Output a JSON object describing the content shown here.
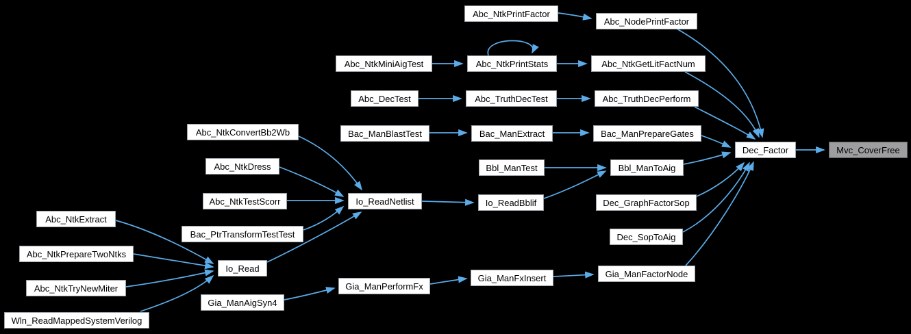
{
  "diagram": {
    "kind": "function-call-graph",
    "current_function": "Mvc_CoverFree"
  },
  "colors": {
    "bg": "#000000",
    "edge": "#5BABE8",
    "node-fill": "#FFFFFF",
    "node-border": "#9AA0A6",
    "current-fill": "#9E9EA1",
    "current-border": "#606060",
    "text": "#000000"
  },
  "nodes": [
    {
      "id": "Abc_NtkPrintFactor",
      "label": "Abc_NtkPrintFactor"
    },
    {
      "id": "Abc_NodePrintFactor",
      "label": "Abc_NodePrintFactor"
    },
    {
      "id": "Abc_NtkMiniAigTest",
      "label": "Abc_NtkMiniAigTest"
    },
    {
      "id": "Abc_NtkPrintStats",
      "label": "Abc_NtkPrintStats"
    },
    {
      "id": "Abc_NtkGetLitFactNum",
      "label": "Abc_NtkGetLitFactNum"
    },
    {
      "id": "Abc_DecTest",
      "label": "Abc_DecTest"
    },
    {
      "id": "Abc_TruthDecTest",
      "label": "Abc_TruthDecTest"
    },
    {
      "id": "Abc_TruthDecPerform",
      "label": "Abc_TruthDecPerform"
    },
    {
      "id": "Bac_ManBlastTest",
      "label": "Bac_ManBlastTest"
    },
    {
      "id": "Bac_ManExtract",
      "label": "Bac_ManExtract"
    },
    {
      "id": "Bac_ManPrepareGates",
      "label": "Bac_ManPrepareGates"
    },
    {
      "id": "Abc_NtkConvertBb2Wb",
      "label": "Abc_NtkConvertBb2Wb"
    },
    {
      "id": "Abc_NtkDress",
      "label": "Abc_NtkDress"
    },
    {
      "id": "Bbl_ManTest",
      "label": "Bbl_ManTest"
    },
    {
      "id": "Bbl_ManToAig",
      "label": "Bbl_ManToAig"
    },
    {
      "id": "Abc_NtkTestScorr",
      "label": "Abc_NtkTestScorr"
    },
    {
      "id": "Io_ReadNetlist",
      "label": "Io_ReadNetlist"
    },
    {
      "id": "Io_ReadBblif",
      "label": "Io_ReadBblif"
    },
    {
      "id": "Dec_GraphFactorSop",
      "label": "Dec_GraphFactorSop"
    },
    {
      "id": "Abc_NtkExtract",
      "label": "Abc_NtkExtract"
    },
    {
      "id": "Bac_PtrTransformTestTest",
      "label": "Bac_PtrTransformTestTest"
    },
    {
      "id": "Dec_SopToAig",
      "label": "Dec_SopToAig"
    },
    {
      "id": "Abc_NtkPrepareTwoNtks",
      "label": "Abc_NtkPrepareTwoNtks"
    },
    {
      "id": "Io_Read",
      "label": "Io_Read"
    },
    {
      "id": "Abc_NtkTryNewMiter",
      "label": "Abc_NtkTryNewMiter"
    },
    {
      "id": "Gia_ManPerformFx",
      "label": "Gia_ManPerformFx"
    },
    {
      "id": "Gia_ManFxInsert",
      "label": "Gia_ManFxInsert"
    },
    {
      "id": "Gia_ManFactorNode",
      "label": "Gia_ManFactorNode"
    },
    {
      "id": "Gia_ManAigSyn4",
      "label": "Gia_ManAigSyn4"
    },
    {
      "id": "Wln_ReadMappedSystemVerilog",
      "label": "Wln_ReadMappedSystemVerilog"
    },
    {
      "id": "Dec_Factor",
      "label": "Dec_Factor"
    },
    {
      "id": "Mvc_CoverFree",
      "label": "Mvc_CoverFree"
    }
  ],
  "edges": [
    {
      "from": "Abc_NtkPrintFactor",
      "to": "Abc_NodePrintFactor"
    },
    {
      "from": "Abc_NodePrintFactor",
      "to": "Dec_Factor"
    },
    {
      "from": "Abc_NtkMiniAigTest",
      "to": "Abc_NtkPrintStats"
    },
    {
      "from": "Abc_NtkPrintStats",
      "to": "Abc_NtkPrintStats"
    },
    {
      "from": "Abc_NtkPrintStats",
      "to": "Abc_NtkGetLitFactNum"
    },
    {
      "from": "Abc_NtkGetLitFactNum",
      "to": "Dec_Factor"
    },
    {
      "from": "Abc_DecTest",
      "to": "Abc_TruthDecTest"
    },
    {
      "from": "Abc_TruthDecTest",
      "to": "Abc_TruthDecPerform"
    },
    {
      "from": "Abc_TruthDecPerform",
      "to": "Dec_Factor"
    },
    {
      "from": "Bac_ManBlastTest",
      "to": "Bac_ManExtract"
    },
    {
      "from": "Bac_ManExtract",
      "to": "Bac_ManPrepareGates"
    },
    {
      "from": "Bac_ManPrepareGates",
      "to": "Dec_Factor"
    },
    {
      "from": "Abc_NtkConvertBb2Wb",
      "to": "Io_ReadNetlist"
    },
    {
      "from": "Abc_NtkDress",
      "to": "Io_ReadNetlist"
    },
    {
      "from": "Abc_NtkTestScorr",
      "to": "Io_ReadNetlist"
    },
    {
      "from": "Bac_PtrTransformTestTest",
      "to": "Io_ReadNetlist"
    },
    {
      "from": "Io_Read",
      "to": "Io_ReadNetlist"
    },
    {
      "from": "Io_ReadNetlist",
      "to": "Io_ReadBblif"
    },
    {
      "from": "Bbl_ManTest",
      "to": "Bbl_ManToAig"
    },
    {
      "from": "Io_ReadBblif",
      "to": "Bbl_ManToAig"
    },
    {
      "from": "Bbl_ManToAig",
      "to": "Dec_Factor"
    },
    {
      "from": "Dec_GraphFactorSop",
      "to": "Dec_Factor"
    },
    {
      "from": "Dec_SopToAig",
      "to": "Dec_Factor"
    },
    {
      "from": "Abc_NtkExtract",
      "to": "Io_Read"
    },
    {
      "from": "Abc_NtkPrepareTwoNtks",
      "to": "Io_Read"
    },
    {
      "from": "Abc_NtkTryNewMiter",
      "to": "Io_Read"
    },
    {
      "from": "Wln_ReadMappedSystemVerilog",
      "to": "Io_Read"
    },
    {
      "from": "Gia_ManAigSyn4",
      "to": "Gia_ManPerformFx"
    },
    {
      "from": "Gia_ManPerformFx",
      "to": "Gia_ManFxInsert"
    },
    {
      "from": "Gia_ManFxInsert",
      "to": "Gia_ManFactorNode"
    },
    {
      "from": "Gia_ManFactorNode",
      "to": "Dec_Factor"
    },
    {
      "from": "Dec_Factor",
      "to": "Mvc_CoverFree"
    }
  ]
}
